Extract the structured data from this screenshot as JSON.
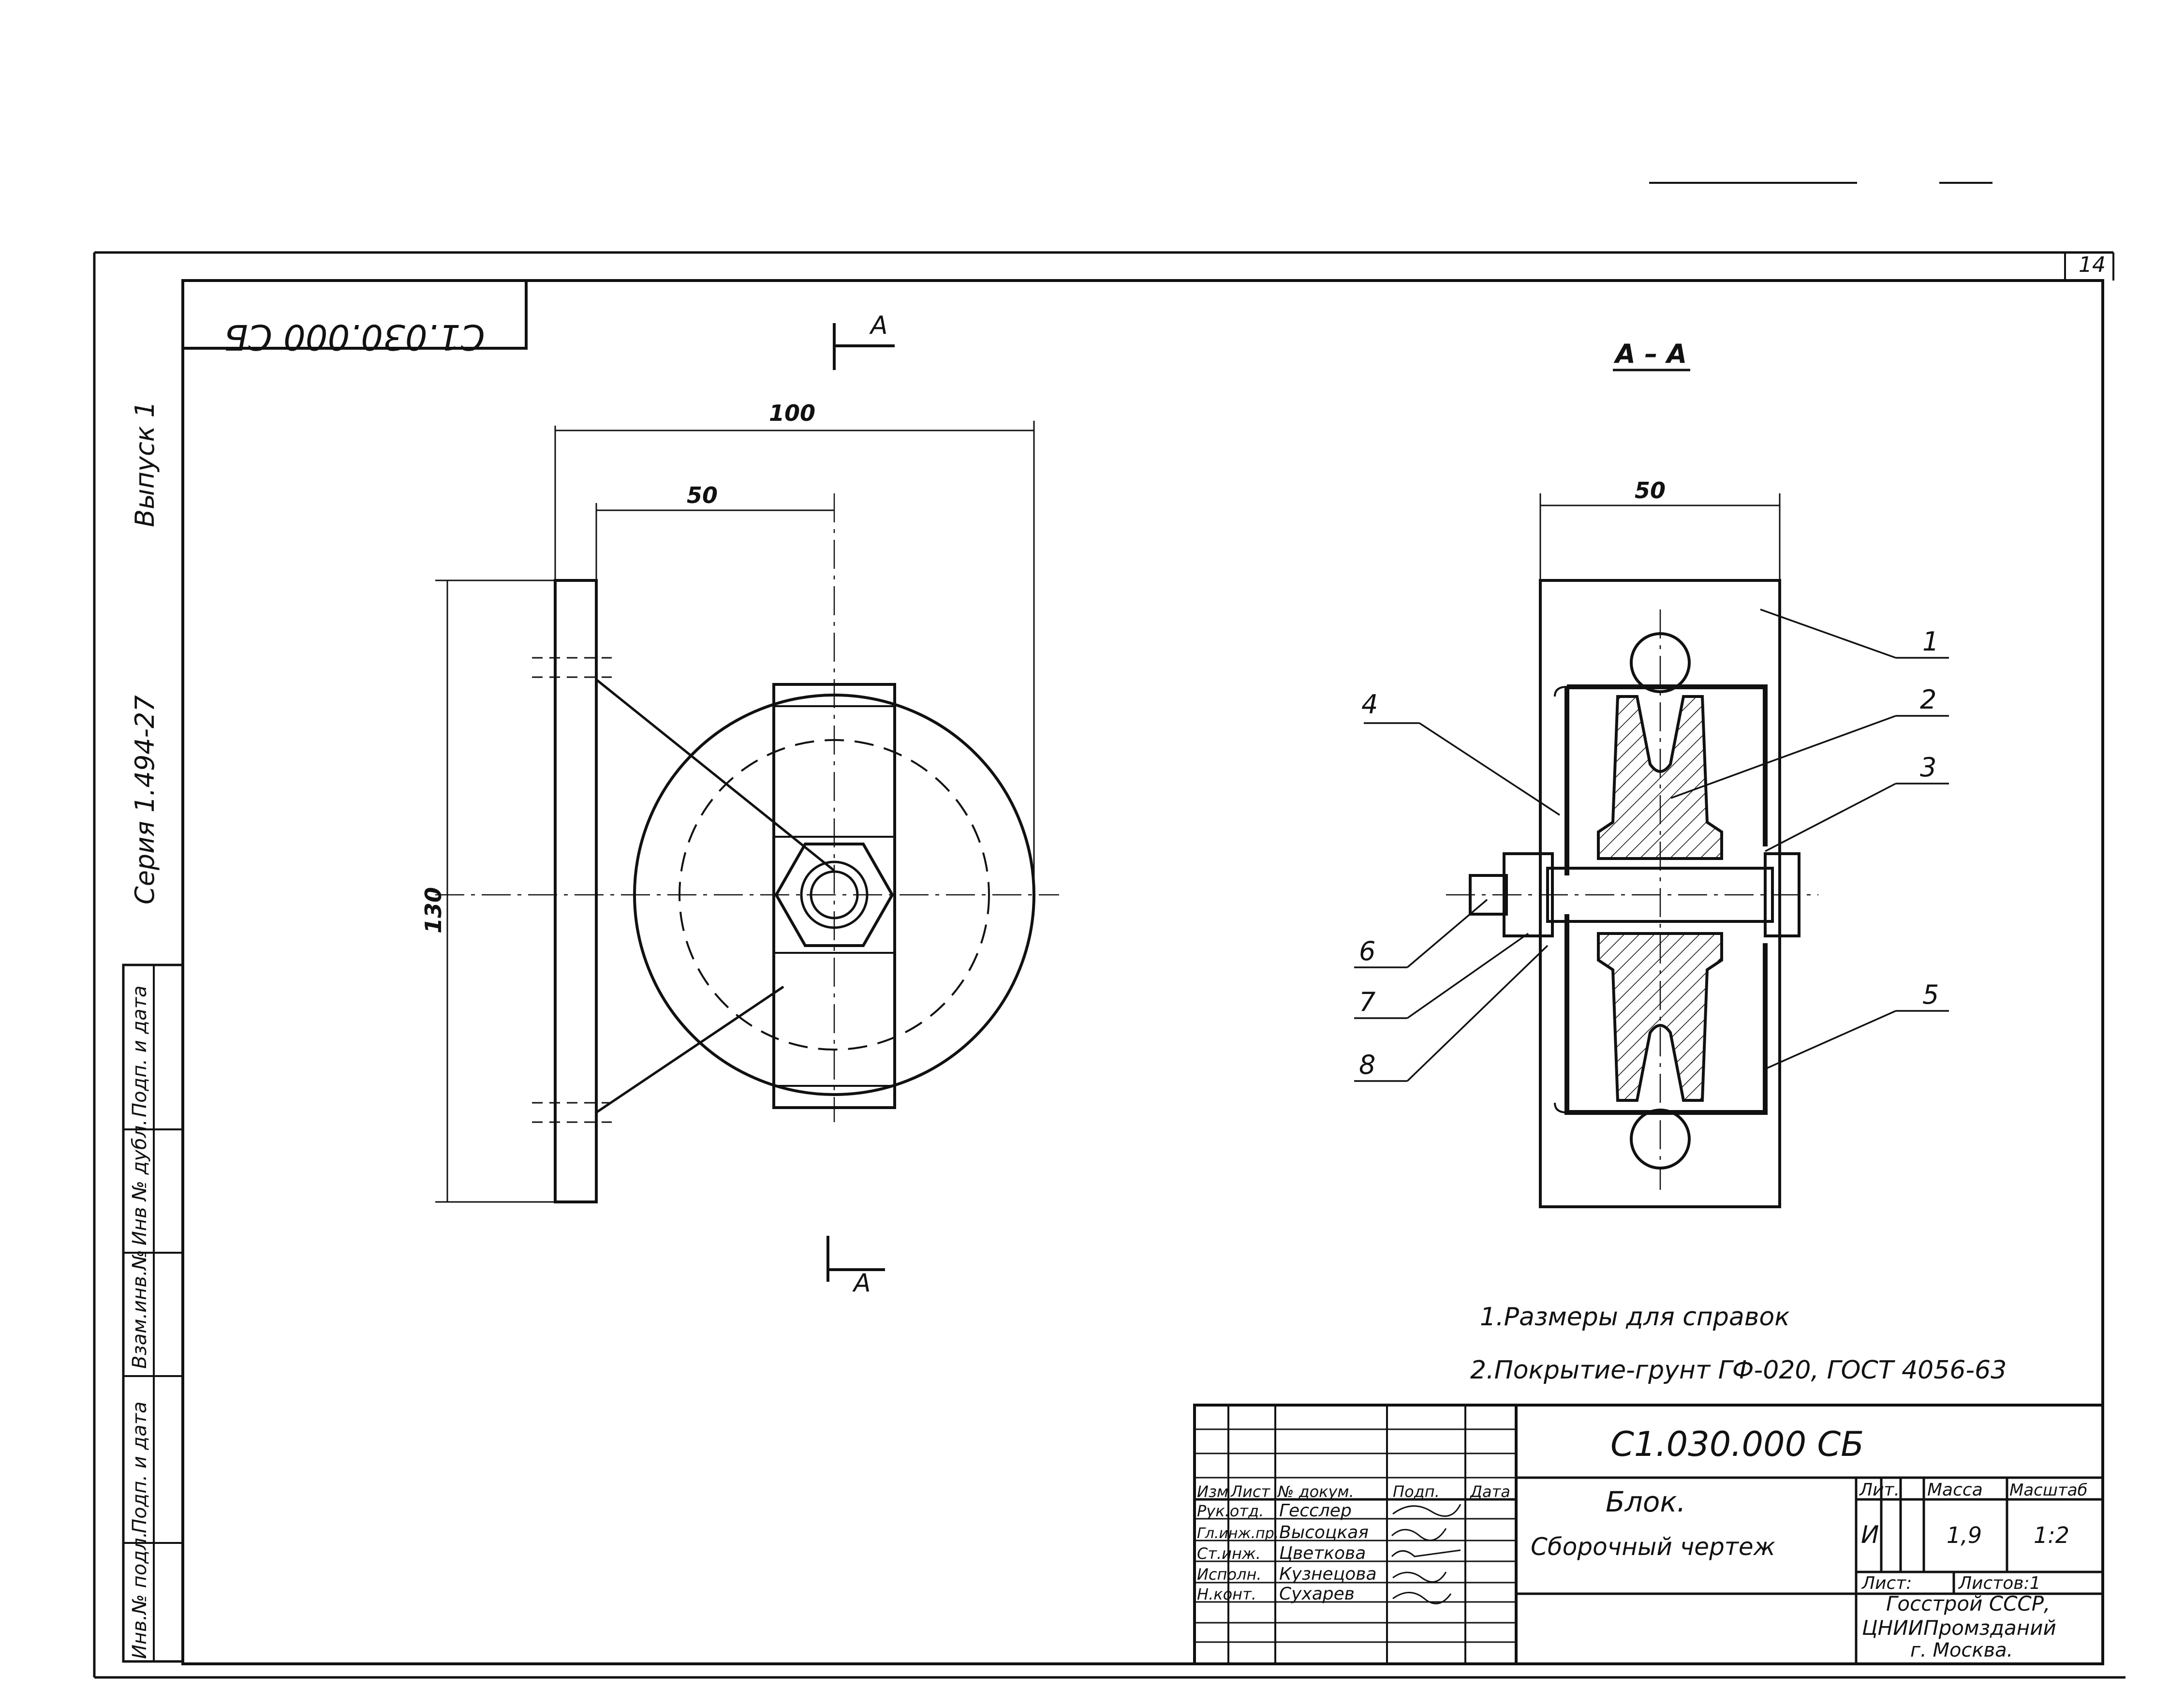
{
  "sheet_number": "14",
  "doc_code": "С1.030.000 СБ",
  "doc_code_mirrored": "С1.030.000 СБ",
  "side_labels": {
    "issue": "Выпуск 1",
    "series": "Серия 1.494-27"
  },
  "left_stamp": [
    "Подп. и дата",
    "Инв № дубл.",
    "Взам.инв.№",
    "Подп. и дата",
    "Инв.№ подл."
  ],
  "section_marks": {
    "cut_letter": "А",
    "section_title": "А – А"
  },
  "dimensions": {
    "front_width": "100",
    "front_offset": "50",
    "front_height": "130",
    "section_width": "50"
  },
  "callouts": [
    "1",
    "2",
    "3",
    "4",
    "5",
    "6",
    "7",
    "8"
  ],
  "notes": [
    "1.Размеры для справок",
    "2.Покрытие-грунт ГФ-020, ГОСТ 4056-63"
  ],
  "title_block": {
    "designation": "С1.030.000 СБ",
    "name_line1": "Блок.",
    "name_line2": "Сборочный   чертеж",
    "headers": {
      "izm": "Изм",
      "list": "Лист",
      "doc": "№ докум.",
      "sign": "Подп.",
      "date": "Дата"
    },
    "roles": [
      {
        "role": "Рук.отд.",
        "name": "Гесслер"
      },
      {
        "role": "Гл.инж.пр.",
        "name": "Высоцкая"
      },
      {
        "role": "Ст.инж.",
        "name": "Цветкова"
      },
      {
        "role": "Исполн.",
        "name": "Кузнецова"
      },
      {
        "role": "Н.конт.",
        "name": "Сухарев"
      }
    ],
    "lit_label": "Лит.",
    "mass_label": "Масса",
    "scale_label": "Масштаб",
    "lit_value": "И",
    "mass_value": "1,9",
    "scale_value": "1:2",
    "sheet_label": "Лист:",
    "sheets_label": "Листов:1",
    "org_line1": "Госстрой СССР,",
    "org_line2": "ЦНИИПромзданий",
    "org_line3": "г. Москва."
  }
}
